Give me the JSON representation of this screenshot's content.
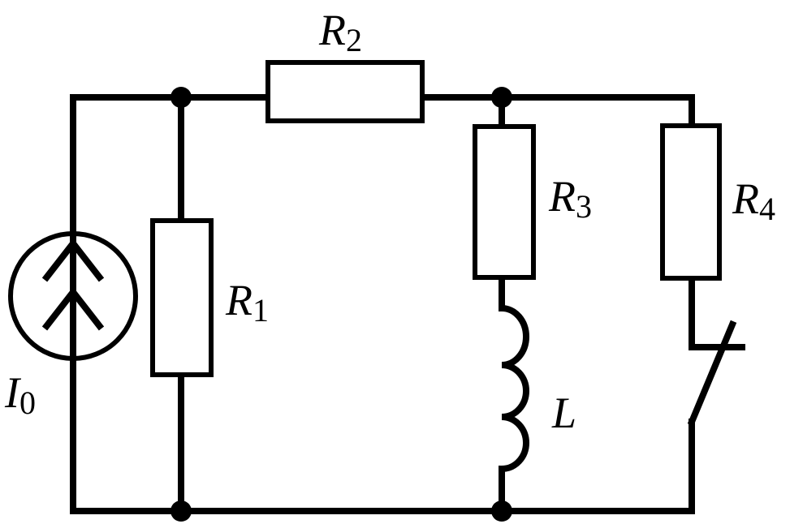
{
  "diagram": {
    "labels": {
      "r1": {
        "main": "R",
        "sub": "1"
      },
      "r2": {
        "main": "R",
        "sub": "2"
      },
      "r3": {
        "main": "R",
        "sub": "3"
      },
      "r4": {
        "main": "R",
        "sub": "4"
      },
      "inductor": {
        "main": "L"
      },
      "source": {
        "main": "I",
        "sub": "0"
      }
    }
  }
}
